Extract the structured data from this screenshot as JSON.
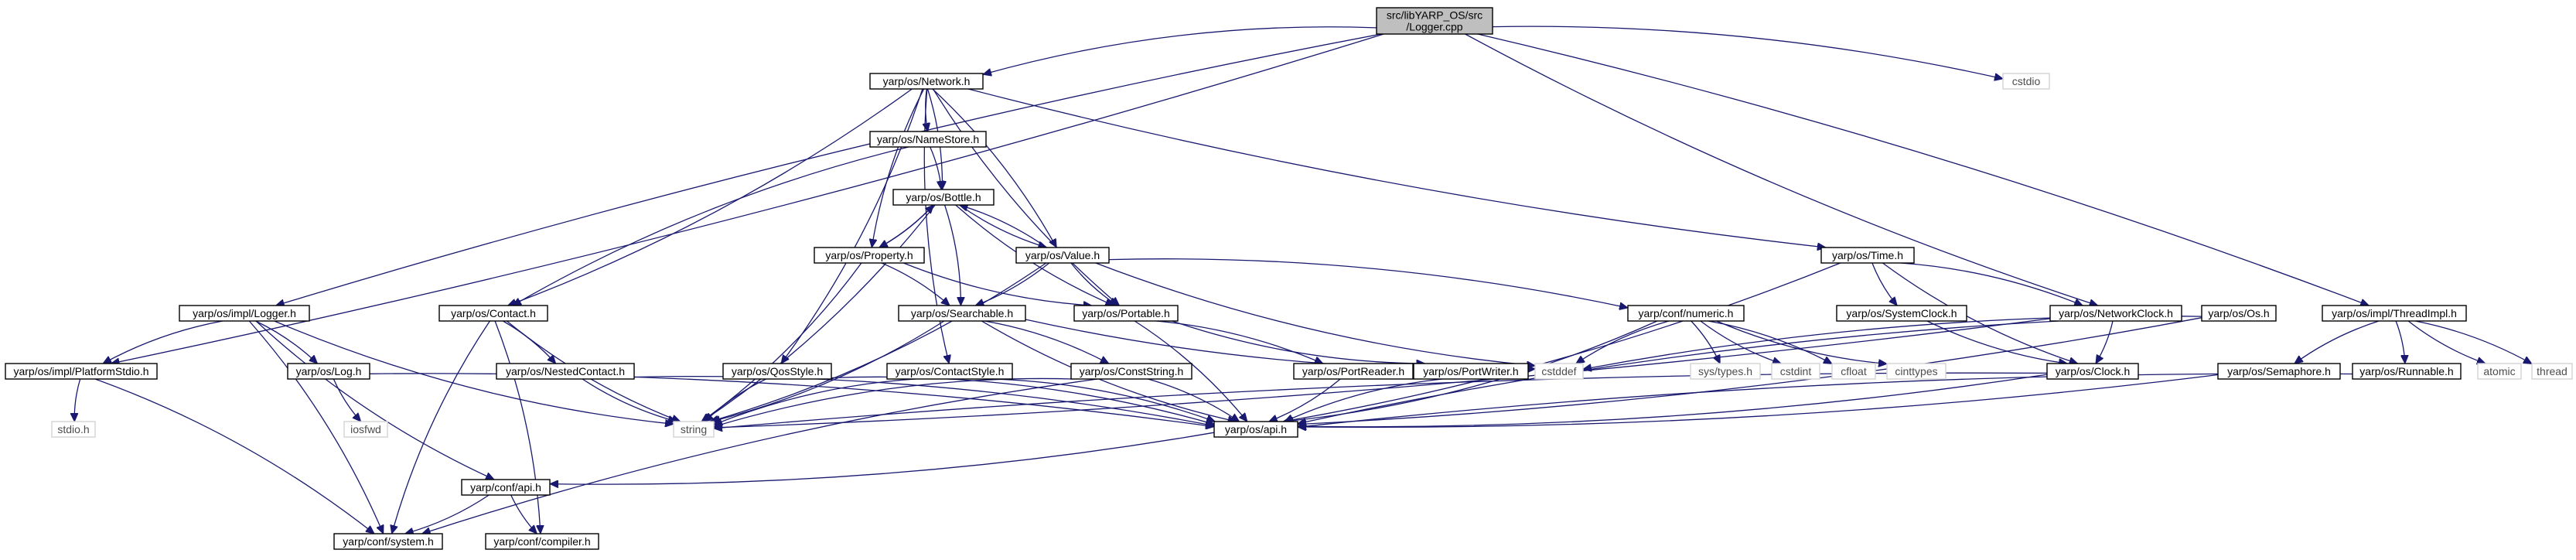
{
  "diagram": {
    "nodes": [
      {
        "id": "root",
        "label": "src/libYARP_OS/src\n/Logger.cpp",
        "style": "root"
      },
      {
        "id": "network",
        "label": "yarp/os/Network.h",
        "style": "normal"
      },
      {
        "id": "cstdio",
        "label": "cstdio",
        "style": "leaf"
      },
      {
        "id": "namestore",
        "label": "yarp/os/NameStore.h",
        "style": "normal"
      },
      {
        "id": "bottle",
        "label": "yarp/os/Bottle.h",
        "style": "normal"
      },
      {
        "id": "property",
        "label": "yarp/os/Property.h",
        "style": "normal"
      },
      {
        "id": "value",
        "label": "yarp/os/Value.h",
        "style": "normal"
      },
      {
        "id": "time",
        "label": "yarp/os/Time.h",
        "style": "normal"
      },
      {
        "id": "implLogger",
        "label": "yarp/os/impl/Logger.h",
        "style": "normal"
      },
      {
        "id": "contact",
        "label": "yarp/os/Contact.h",
        "style": "normal"
      },
      {
        "id": "searchable",
        "label": "yarp/os/Searchable.h",
        "style": "normal"
      },
      {
        "id": "portable",
        "label": "yarp/os/Portable.h",
        "style": "normal"
      },
      {
        "id": "numeric",
        "label": "yarp/conf/numeric.h",
        "style": "normal"
      },
      {
        "id": "systemclock",
        "label": "yarp/os/SystemClock.h",
        "style": "normal"
      },
      {
        "id": "networkclock",
        "label": "yarp/os/NetworkClock.h",
        "style": "normal"
      },
      {
        "id": "os",
        "label": "yarp/os/Os.h",
        "style": "normal"
      },
      {
        "id": "threadimpl",
        "label": "yarp/os/impl/ThreadImpl.h",
        "style": "normal"
      },
      {
        "id": "platformstdio",
        "label": "yarp/os/impl/PlatformStdio.h",
        "style": "normal"
      },
      {
        "id": "log",
        "label": "yarp/os/Log.h",
        "style": "normal"
      },
      {
        "id": "nestedcontact",
        "label": "yarp/os/NestedContact.h",
        "style": "normal"
      },
      {
        "id": "qosstyle",
        "label": "yarp/os/QosStyle.h",
        "style": "normal"
      },
      {
        "id": "contactstyle",
        "label": "yarp/os/ContactStyle.h",
        "style": "normal"
      },
      {
        "id": "conststring",
        "label": "yarp/os/ConstString.h",
        "style": "normal"
      },
      {
        "id": "portreader",
        "label": "yarp/os/PortReader.h",
        "style": "normal"
      },
      {
        "id": "portwriter",
        "label": "yarp/os/PortWriter.h",
        "style": "normal"
      },
      {
        "id": "cstddef",
        "label": "cstddef",
        "style": "leaf"
      },
      {
        "id": "systypes",
        "label": "sys/types.h",
        "style": "leaf"
      },
      {
        "id": "cstdint",
        "label": "cstdint",
        "style": "leaf"
      },
      {
        "id": "cfloat",
        "label": "cfloat",
        "style": "leaf"
      },
      {
        "id": "cinttypes",
        "label": "cinttypes",
        "style": "leaf"
      },
      {
        "id": "clock",
        "label": "yarp/os/Clock.h",
        "style": "normal"
      },
      {
        "id": "semaphore",
        "label": "yarp/os/Semaphore.h",
        "style": "normal"
      },
      {
        "id": "runnable",
        "label": "yarp/os/Runnable.h",
        "style": "normal"
      },
      {
        "id": "atomic",
        "label": "atomic",
        "style": "leaf"
      },
      {
        "id": "thread",
        "label": "thread",
        "style": "leaf"
      },
      {
        "id": "stdio",
        "label": "stdio.h",
        "style": "leaf"
      },
      {
        "id": "iosfwd",
        "label": "iosfwd",
        "style": "leaf"
      },
      {
        "id": "string",
        "label": "string",
        "style": "leaf"
      },
      {
        "id": "api",
        "label": "yarp/os/api.h",
        "style": "normal"
      },
      {
        "id": "confapi",
        "label": "yarp/conf/api.h",
        "style": "normal"
      },
      {
        "id": "compiler",
        "label": "yarp/conf/compiler.h",
        "style": "normal"
      },
      {
        "id": "system",
        "label": "yarp/conf/system.h",
        "style": "normal"
      }
    ],
    "edges": [
      [
        "root",
        "network"
      ],
      [
        "root",
        "cstdio"
      ],
      [
        "root",
        "implLogger"
      ],
      [
        "root",
        "platformstdio"
      ],
      [
        "root",
        "networkclock"
      ],
      [
        "root",
        "threadimpl"
      ],
      [
        "network",
        "namestore"
      ],
      [
        "network",
        "bottle"
      ],
      [
        "network",
        "property"
      ],
      [
        "network",
        "value"
      ],
      [
        "network",
        "time"
      ],
      [
        "network",
        "contact"
      ],
      [
        "network",
        "portable"
      ],
      [
        "network",
        "qosstyle"
      ],
      [
        "network",
        "contactstyle"
      ],
      [
        "namestore",
        "bottle"
      ],
      [
        "namestore",
        "contact"
      ],
      [
        "bottle",
        "property"
      ],
      [
        "bottle",
        "value"
      ],
      [
        "bottle",
        "searchable"
      ],
      [
        "bottle",
        "portable"
      ],
      [
        "bottle",
        "string"
      ],
      [
        "property",
        "bottle"
      ],
      [
        "property",
        "searchable"
      ],
      [
        "property",
        "portable"
      ],
      [
        "property",
        "string"
      ],
      [
        "value",
        "bottle"
      ],
      [
        "value",
        "searchable"
      ],
      [
        "value",
        "portable"
      ],
      [
        "value",
        "numeric"
      ],
      [
        "value",
        "cstddef"
      ],
      [
        "value",
        "string"
      ],
      [
        "time",
        "systemclock"
      ],
      [
        "time",
        "networkclock"
      ],
      [
        "time",
        "clock"
      ],
      [
        "time",
        "api"
      ],
      [
        "implLogger",
        "platformstdio"
      ],
      [
        "implLogger",
        "log"
      ],
      [
        "implLogger",
        "string"
      ],
      [
        "implLogger",
        "system"
      ],
      [
        "implLogger",
        "confapi"
      ],
      [
        "contact",
        "nestedcontact"
      ],
      [
        "contact",
        "string"
      ],
      [
        "contact",
        "compiler"
      ],
      [
        "contact",
        "system"
      ],
      [
        "searchable",
        "conststring"
      ],
      [
        "searchable",
        "api"
      ],
      [
        "searchable",
        "string"
      ],
      [
        "searchable",
        "cstddef"
      ],
      [
        "portable",
        "portreader"
      ],
      [
        "portable",
        "portwriter"
      ],
      [
        "portable",
        "api"
      ],
      [
        "numeric",
        "cstddef"
      ],
      [
        "numeric",
        "systypes"
      ],
      [
        "numeric",
        "cstdint"
      ],
      [
        "numeric",
        "cfloat"
      ],
      [
        "numeric",
        "cinttypes"
      ],
      [
        "numeric",
        "api"
      ],
      [
        "systemclock",
        "clock"
      ],
      [
        "networkclock",
        "clock"
      ],
      [
        "networkclock",
        "api"
      ],
      [
        "networkclock",
        "string"
      ],
      [
        "os",
        "cstddef"
      ],
      [
        "os",
        "api"
      ],
      [
        "threadimpl",
        "semaphore"
      ],
      [
        "threadimpl",
        "runnable"
      ],
      [
        "threadimpl",
        "atomic"
      ],
      [
        "threadimpl",
        "thread"
      ],
      [
        "platformstdio",
        "stdio"
      ],
      [
        "platformstdio",
        "system"
      ],
      [
        "log",
        "iosfwd"
      ],
      [
        "log",
        "api"
      ],
      [
        "nestedcontact",
        "string"
      ],
      [
        "nestedcontact",
        "api"
      ],
      [
        "qosstyle",
        "string"
      ],
      [
        "qosstyle",
        "api"
      ],
      [
        "contactstyle",
        "string"
      ],
      [
        "contactstyle",
        "api"
      ],
      [
        "conststring",
        "string"
      ],
      [
        "conststring",
        "api"
      ],
      [
        "conststring",
        "system"
      ],
      [
        "portreader",
        "api"
      ],
      [
        "portwriter",
        "api"
      ],
      [
        "clock",
        "api"
      ],
      [
        "clock",
        "string"
      ],
      [
        "semaphore",
        "api"
      ],
      [
        "runnable",
        "api"
      ],
      [
        "api",
        "confapi"
      ],
      [
        "confapi",
        "compiler"
      ],
      [
        "confapi",
        "system"
      ]
    ]
  }
}
